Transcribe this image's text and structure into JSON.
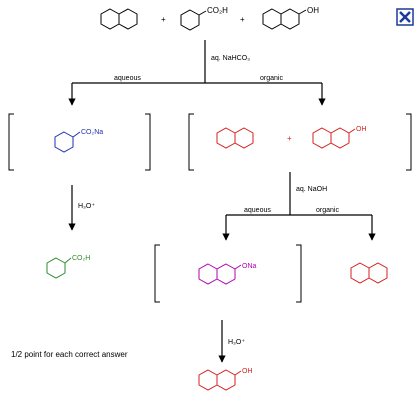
{
  "colors": {
    "black": "#000000",
    "blue": "#1f2fb4",
    "red": "#d81e1e",
    "green": "#2e8b2e",
    "magenta": "#b000b0",
    "close_button": "#1b3a9a"
  },
  "reagents": {
    "step1": "aq. NaHCO₃",
    "step2": "aq. NaOH",
    "acid1": "H₃O⁺",
    "acid2": "H₃O⁺"
  },
  "layers": {
    "left_1": "aqueous",
    "right_1": "organic",
    "left_2": "aqueous",
    "right_2": "organic"
  },
  "plus": "+",
  "groups": {
    "co2h": "CO₂H",
    "co2na": "CO₂Na",
    "oh": "OH",
    "ona": "ONa"
  },
  "note": "1/2 point for each correct answer",
  "close_icon": "close-x-icon"
}
